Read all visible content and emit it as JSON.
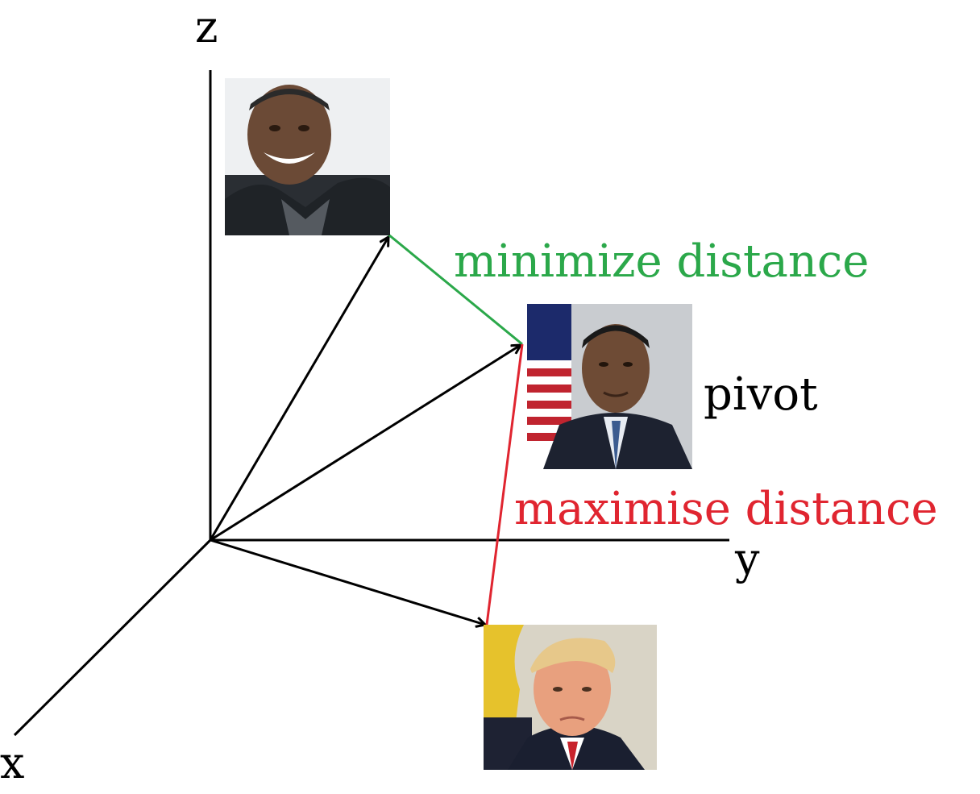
{
  "axes": {
    "x_label": "x",
    "y_label": "y",
    "z_label": "z"
  },
  "labels": {
    "minimize": "minimize distance",
    "maximize": "maximise distance",
    "pivot": "pivot"
  },
  "colors": {
    "axis": "#000000",
    "minimize": "#2ba84a",
    "maximize": "#e02530",
    "background": "#ffffff"
  },
  "images": {
    "positive": "photo-smiling-man-dark-jacket",
    "pivot": "photo-man-suit-blue-tie-flag-background",
    "negative": "photo-man-suit-red-tie-yellow-background"
  }
}
